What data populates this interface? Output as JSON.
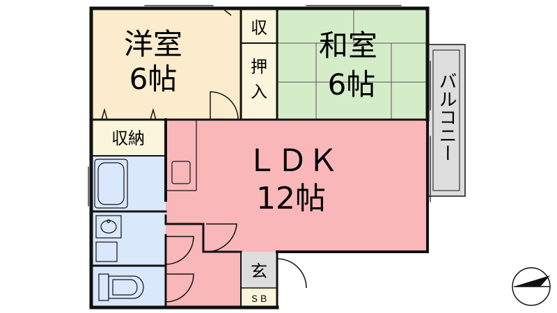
{
  "rooms": {
    "western_room": {
      "name": "洋室",
      "size": "6帖"
    },
    "japanese_room": {
      "name": "和室",
      "size": "6帖"
    },
    "ldk": {
      "name": "ＬＤＫ",
      "size": "12帖"
    },
    "closet_top": {
      "name": "収"
    },
    "oshiire": {
      "line1": "押",
      "line2": "入"
    },
    "storage": {
      "name": "収納"
    },
    "balcony": {
      "name": "バルコニー"
    },
    "entrance": {
      "name": "玄"
    },
    "shoe_box": {
      "name": "ＳＢ"
    }
  },
  "colors": {
    "western_room": "#fbeccd",
    "japanese_room": "#d5ecc9",
    "ldk": "#f9b7b9",
    "wet_area": "#d9e8fb",
    "closet": "#fbf5dc",
    "balcony": "#dddddd",
    "genkan": "#dddddd",
    "wall": "#111111"
  },
  "icons": {
    "compass": "north-arrow-icon"
  }
}
